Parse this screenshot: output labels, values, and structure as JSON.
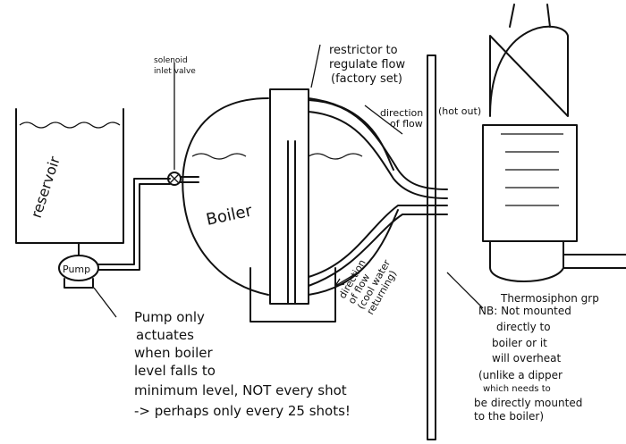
{
  "labels": {
    "solenoid": [
      "solenoid",
      "inlet valve"
    ],
    "restrictor": [
      "restrictor to",
      "regulate flow",
      "(factory set)"
    ],
    "direction_hot": [
      "direction",
      "of flow"
    ],
    "hot_out": "(hot out)",
    "reservoir": "reservoir",
    "boiler": "Boiler",
    "pump": "Pump",
    "direction_cool": [
      "direction",
      "of flow",
      "(cool water",
      "returning)"
    ],
    "pump_note": [
      "Pump only",
      "actuates",
      "when boiler",
      "level falls to",
      "minimum level, NOT every shot",
      "-> perhaps only every 25 shots!"
    ],
    "nb_note": [
      "Thermosiphon grp",
      "NB: Not mounted",
      "directly to",
      "boiler or it",
      "will overheat",
      "(unlike a dipper",
      "which needs to",
      "be directly mounted",
      "to the boiler)"
    ]
  }
}
